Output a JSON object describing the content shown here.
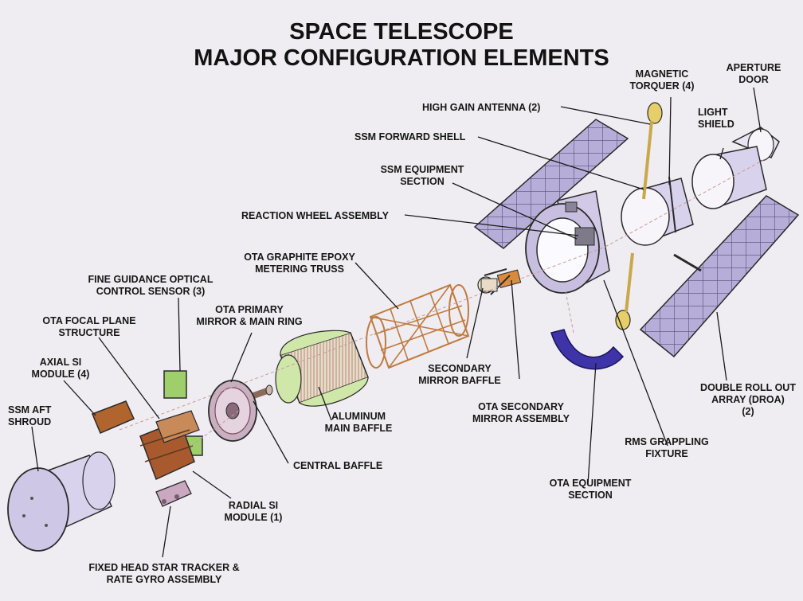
{
  "title": {
    "line1": "SPACE TELESCOPE",
    "line2": "MAJOR CONFIGURATION ELEMENTS"
  },
  "labels": {
    "high_gain_antenna": "HIGH GAIN ANTENNA (2)",
    "magnetic_torquer_1": "MAGNETIC",
    "magnetic_torquer_2": "TORQUER (4)",
    "aperture_door_1": "APERTURE",
    "aperture_door_2": "DOOR",
    "light_shield_1": "LIGHT",
    "light_shield_2": "SHIELD",
    "ssm_forward_shell": "SSM FORWARD SHELL",
    "ssm_equipment_1": "SSM EQUIPMENT",
    "ssm_equipment_2": "SECTION",
    "reaction_wheel": "REACTION WHEEL ASSEMBLY",
    "ota_truss_1": "OTA GRAPHITE EPOXY",
    "ota_truss_2": "METERING TRUSS",
    "fgs_1": "FINE GUIDANCE OPTICAL",
    "fgs_2": "CONTROL SENSOR (3)",
    "ota_primary_1": "OTA PRIMARY",
    "ota_primary_2": "MIRROR & MAIN RING",
    "ota_focal_1": "OTA FOCAL PLANE",
    "ota_focal_2": "STRUCTURE",
    "axial_si_1": "AXIAL SI",
    "axial_si_2": "MODULE (4)",
    "ssm_aft_1": "SSM AFT",
    "ssm_aft_2": "SHROUD",
    "secondary_baffle_1": "SECONDARY",
    "secondary_baffle_2": "MIRROR BAFFLE",
    "aluminum_baffle_1": "ALUMINUM",
    "aluminum_baffle_2": "MAIN BAFFLE",
    "central_baffle": "CENTRAL BAFFLE",
    "ota_secondary_1": "OTA SECONDARY",
    "ota_secondary_2": "MIRROR ASSEMBLY",
    "droa_1": "DOUBLE ROLL OUT",
    "droa_2": "ARRAY (DROA)",
    "droa_3": "(2)",
    "rms_1": "RMS GRAPPLING",
    "rms_2": "FIXTURE",
    "ota_equipment_1": "OTA EQUIPMENT",
    "ota_equipment_2": "SECTION",
    "radial_si_1": "RADIAL SI",
    "radial_si_2": "MODULE (1)",
    "fhst_1": "FIXED HEAD STAR TRACKER &",
    "fhst_2": "RATE GYRO ASSEMBLY"
  },
  "colors": {
    "background": "#efedf1",
    "shell": "#d9d2ec",
    "panel": "#b7add9",
    "panel_grid": "#5a4f7a",
    "copper": "#a85a2e",
    "truss": "#c07a40",
    "green": "#9ecf6a",
    "gold": "#e6cf6a",
    "blue": "#3f33a8",
    "outline": "#2a2a2a"
  }
}
